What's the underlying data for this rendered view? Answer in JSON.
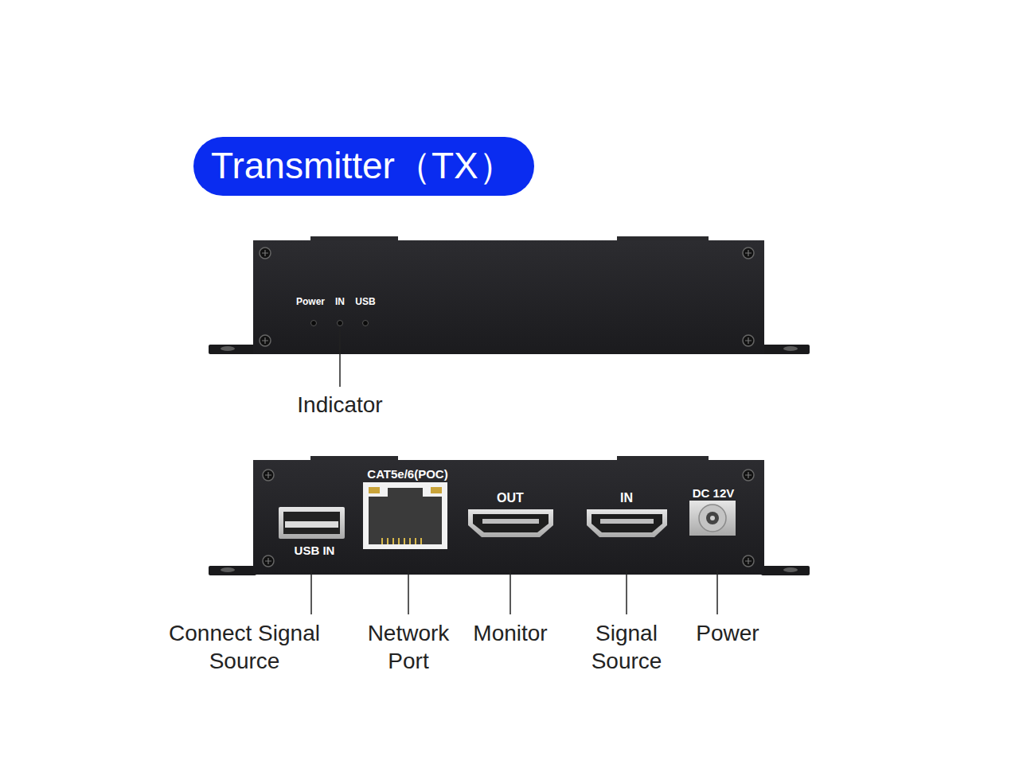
{
  "diagram": {
    "title": "Transmitter（TX）",
    "labels": [
      "Power",
      "IN",
      "USB",
      "Indicator",
      "CAT5e/6(POC)",
      "OUT",
      "IN",
      "DC 12V",
      "USB IN",
      "Connect Signal Source",
      "Network Port",
      "Monitor",
      "Signal Source",
      "Power"
    ]
  }
}
